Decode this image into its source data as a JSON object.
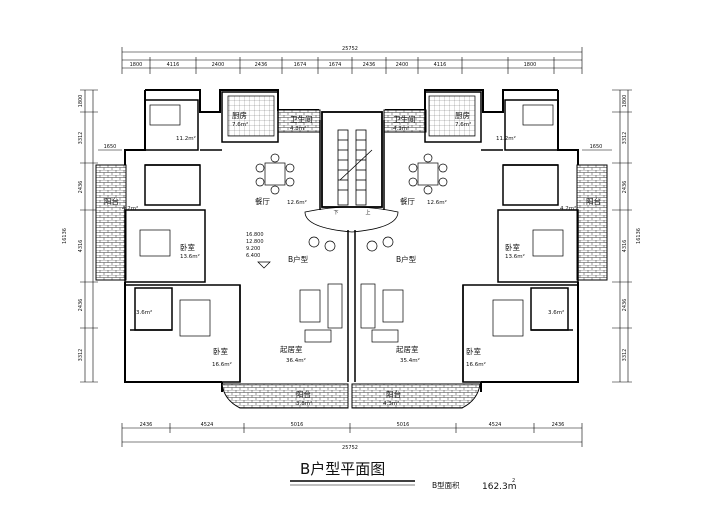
{
  "drawing": {
    "title": "B户型平面图",
    "area_label": "B型面积",
    "area_value": "162.3m",
    "area_sup": "2"
  },
  "dimensions": {
    "top_overall": "25752",
    "top_segments": [
      "1800",
      "4116",
      "2400",
      "2436",
      "1674",
      "1674",
      "2436",
      "2400",
      "4116",
      "1800"
    ],
    "bottom_overall": "25752",
    "bottom_segments": [
      "2436",
      "4524",
      "5016",
      "5016",
      "4524",
      "2436"
    ],
    "left_segments": [
      "1800",
      "3312",
      "2436",
      "4316",
      "2436",
      "3312"
    ],
    "left_overall": "16136",
    "right_segments": [
      "1800",
      "3312",
      "2436",
      "4316",
      "2436",
      "3312"
    ],
    "right_overall": "16136",
    "left_side_note": "1650",
    "right_side_note": "1650"
  },
  "rooms_left": {
    "kitchen": "厨房",
    "kitchen_area": "7.6m²",
    "bath": "卫生间",
    "bath_area": "4.3m²",
    "small_area": "11.2m²",
    "dining": "餐厅",
    "dining_area": "12.6m²",
    "balcony_w": "阳台",
    "balcony_w_area": "4.2m²",
    "bedroom_w": "卧室",
    "bedroom_w_area": "13.6m²",
    "bedroom_sw": "卧室",
    "bedroom_sw_area": "16.6m²",
    "wc_sw_area": "3.6m²",
    "living": "起居室",
    "living_area": "36.4m²",
    "balcony_s": "阳台",
    "balcony_s_area": "3.8m²",
    "unit": "B户型"
  },
  "rooms_right": {
    "kitchen": "厨房",
    "kitchen_area": "7.6m²",
    "bath": "卫生间",
    "bath_area": "4.3m²",
    "small_area": "11.2m²",
    "dining": "餐厅",
    "dining_area": "12.6m²",
    "balcony_e": "阳台",
    "balcony_e_area": "4.2m²",
    "bedroom_e": "卧室",
    "bedroom_e_area": "13.6m²",
    "bedroom_se": "卧室",
    "bedroom_se_area": "16.6m²",
    "wc_se_area": "3.6m²",
    "living": "起居室",
    "living_area": "35.4m²",
    "balcony_s": "阳台",
    "balcony_s_area": "4.3m²",
    "unit": "B户型"
  },
  "stair": {
    "levels": [
      "16.800",
      "12.800",
      "9.200",
      "6.400"
    ],
    "mark_t": "下",
    "mark_s": "上"
  }
}
